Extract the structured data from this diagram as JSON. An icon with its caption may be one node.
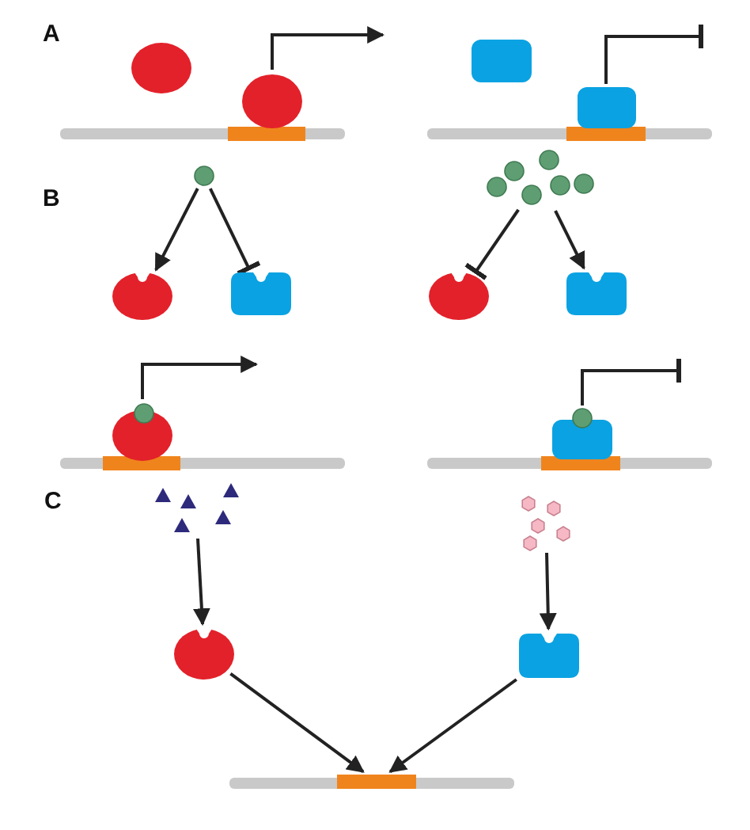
{
  "diagram": {
    "nodes": [
      {
        "text": [],
        "shape": "circle"
      },
      {
        "text": [],
        "shape": "circle"
      },
      {
        "text": [],
        "shape": "box"
      },
      {
        "text": [],
        "shape": "box"
      },
      {
        "text": [],
        "shape": "circle"
      },
      {
        "text": [],
        "shape": "circle"
      },
      {
        "text": [],
        "shape": "box"
      },
      {
        "text": [],
        "shape": "circle"
      },
      {
        "text": [],
        "shape": "circle"
      },
      {
        "text": [],
        "shape": "box"
      },
      {
        "text": [],
        "shape": "circle"
      },
      {
        "text": [],
        "shape": "box"
      },
      {
        "text": [],
        "shape": "triangle"
      },
      {
        "text": [],
        "shape": "hexagon"
      },
      {
        "text": [],
        "shape": "circle"
      },
      {
        "text": [],
        "shape": "box"
      },
      {
        "text": [],
        "shape": "bar"
      }
    ],
    "edges": [
      {
        "from": 1,
        "to": null,
        "arrow": "to"
      },
      {
        "from": 3,
        "to": null,
        "arrow": "other"
      },
      {
        "from": 4,
        "to": 5,
        "arrow": "to"
      },
      {
        "from": 4,
        "to": 6,
        "arrow": "other"
      },
      {
        "from": 7,
        "to": 8,
        "arrow": "other"
      },
      {
        "from": 7,
        "to": 9,
        "arrow": "to"
      },
      {
        "from": 10,
        "to": null,
        "arrow": "to"
      },
      {
        "from": 11,
        "to": null,
        "arrow": "other"
      },
      {
        "from": 12,
        "to": 14,
        "arrow": "to"
      },
      {
        "from": 13,
        "to": 15,
        "arrow": "to"
      },
      {
        "from": 14,
        "to": 16,
        "arrow": "to"
      },
      {
        "from": 15,
        "to": 16,
        "arrow": "to"
      }
    ],
    "labels": [
      "A",
      "B",
      "C"
    ]
  }
}
